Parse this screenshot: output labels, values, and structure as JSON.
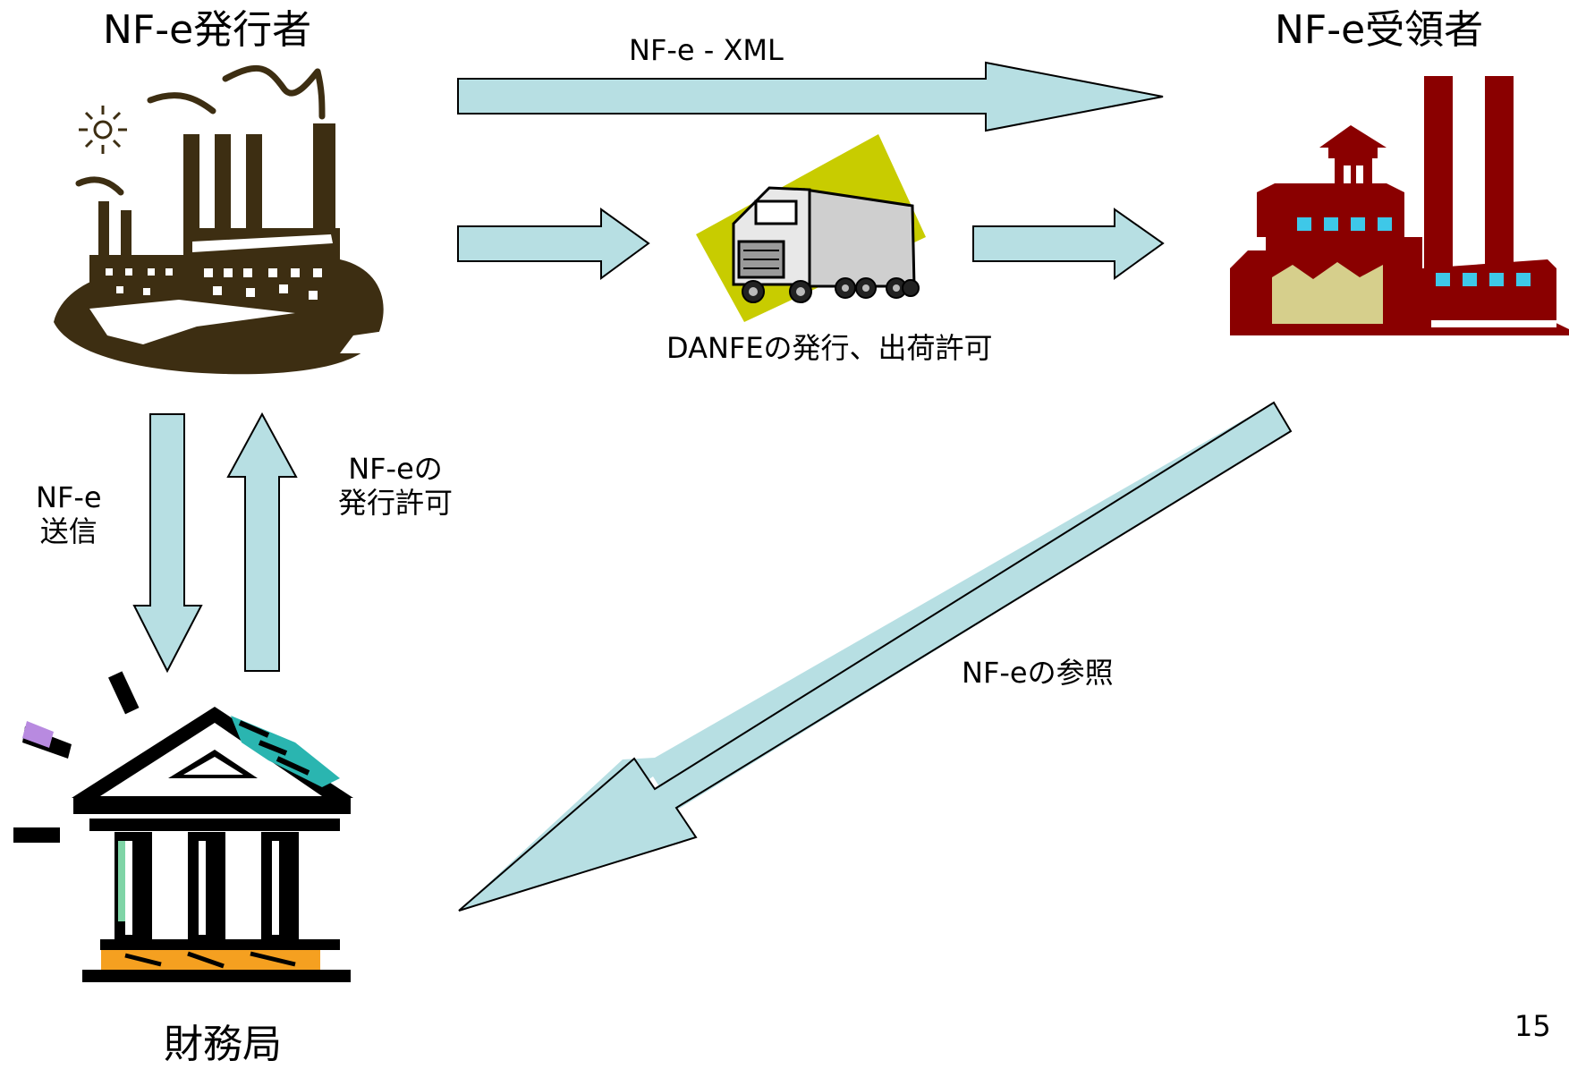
{
  "issuer": {
    "title": "NF-e発行者",
    "icon": "factory-icon"
  },
  "receiver": {
    "title": "NF-e受領者",
    "icon": "factory-icon"
  },
  "authority": {
    "title": "財務局",
    "icon": "government-building-icon"
  },
  "flows": {
    "xml": "NF-e - XML",
    "danfe": "DANFEの発行、出荷許可",
    "send_line1": "NF-e",
    "send_line2": "送信",
    "permit_line1": "NF-eの",
    "permit_line2": "発行許可",
    "reference": "NF-eの参照"
  },
  "truck": {
    "icon": "truck-icon"
  },
  "page_number": "15",
  "colors": {
    "arrow_fill": "#b7dfe3",
    "issuer_factory": "#3d2e12",
    "receiver_factory": "#8a0000",
    "receiver_windows": "#3ec8e8",
    "receiver_wall_accent": "#d6cf8c",
    "truck_background": "#c8cc00"
  }
}
